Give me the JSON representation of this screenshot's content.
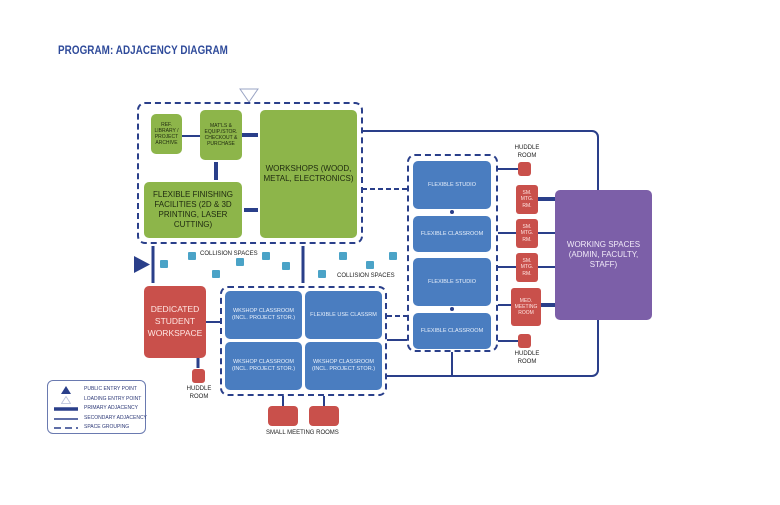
{
  "title": "PROGRAM: ADJACENCY DIAGRAM",
  "colors": {
    "green": "#8db54a",
    "blue": "#4a7dc0",
    "red": "#c9504b",
    "purple": "#7c5fa8",
    "line": "#2a3f8a",
    "collision": "#4ba3c7",
    "title": "#2e4a9a"
  },
  "spaces": {
    "ref_library": "REF. LIBRARY / PROJECT ARCHIVE",
    "matls_checkout": "MAT'LS & EQUIP./STOR. CHECKOUT & PURCHASE",
    "workshops": "WORKSHOPS (WOOD, METAL, ELECTRONICS)",
    "finishing": "FLEXIBLE FINISHING FACILITIES (2D & 3D PRINTING, LASER CUTTING)",
    "dedicated_workspace": "DEDICATED STUDENT WORKSPACE",
    "wkshop_classroom_1": "WKSHOP CLASSROOM (INCL. PROJECT STOR.)",
    "flexible_use_classrm": "FLEXIBLE USE CLASSRM",
    "wkshop_classroom_2": "WKSHOP CLASSROOM (INCL. PROJECT STOR.)",
    "wkshop_classroom_3": "WKSHOP CLASSROOM (INCL. PROJECT STOR.)",
    "flexible_studio_1": "FLEXIBLE STUDIO",
    "flexible_classroom_1": "FLEXIBLE CLASSROOM",
    "flexible_studio_2": "FLEXIBLE STUDIO",
    "flexible_classroom_2": "FLEXIBLE CLASSROOM",
    "sm_mtg_1": "SM. MTG. RM.",
    "sm_mtg_2": "SM. MTG. RM.",
    "sm_mtg_3": "SM. MTG. RM.",
    "med_meeting": "MED. MEETING ROOM",
    "working_spaces": "WORKING SPACES (ADMIN, FACULTY, STAFF)"
  },
  "labels": {
    "huddle_top": "HUDDLE ROOM",
    "huddle_bottom": "HUDDLE ROOM",
    "huddle_left": "HUDDLE ROOM",
    "collision_1": "COLLISION SPACES",
    "collision_2": "COLLISION SPACES",
    "small_meeting_rooms": "SMALL MEETING ROOMS"
  },
  "legend": {
    "items": [
      {
        "icon": "public-entry-triangle",
        "label": "PUBLIC ENTRY POINT"
      },
      {
        "icon": "loading-entry-triangle",
        "label": "LOADING ENTRY POINT"
      },
      {
        "icon": "primary-adjacency-line",
        "label": "PRIMARY ADJACENCY"
      },
      {
        "icon": "secondary-adjacency-line",
        "label": "SECONDARY ADJACENCY"
      },
      {
        "icon": "space-grouping-dashes",
        "label": "SPACE GROUPING"
      }
    ]
  }
}
